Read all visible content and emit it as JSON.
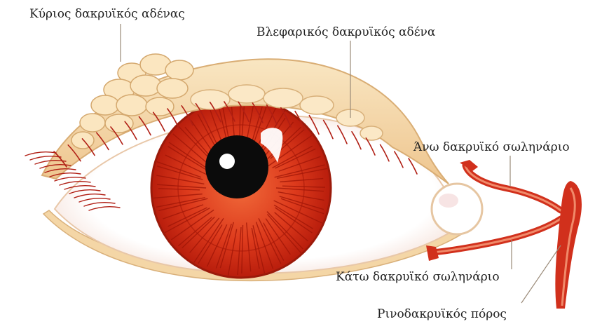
{
  "labels": {
    "main_gland": "Κύριος δακρυϊκός αδένας",
    "palpebral_gland": "Βλεφαρικός δακρυϊκός αδένα",
    "upper_canaliculus": "Άνω δακρυϊκό σωληνάριο",
    "lower_canaliculus": "Κάτω δακρυϊκό σωληνάριο",
    "nasolacrimal_duct": "Ρινοδακρυϊκός πόρος"
  },
  "colors": {
    "iris": "#d9321a",
    "iris_dark": "#a31508",
    "gland": "#f7deb0",
    "gland_outline": "#d8b07a",
    "lid": "#f6dcae",
    "duct": "#d1301c",
    "duct_light": "#f08a6a",
    "sclera": "#ffffff",
    "lashes": "#b01e14"
  }
}
